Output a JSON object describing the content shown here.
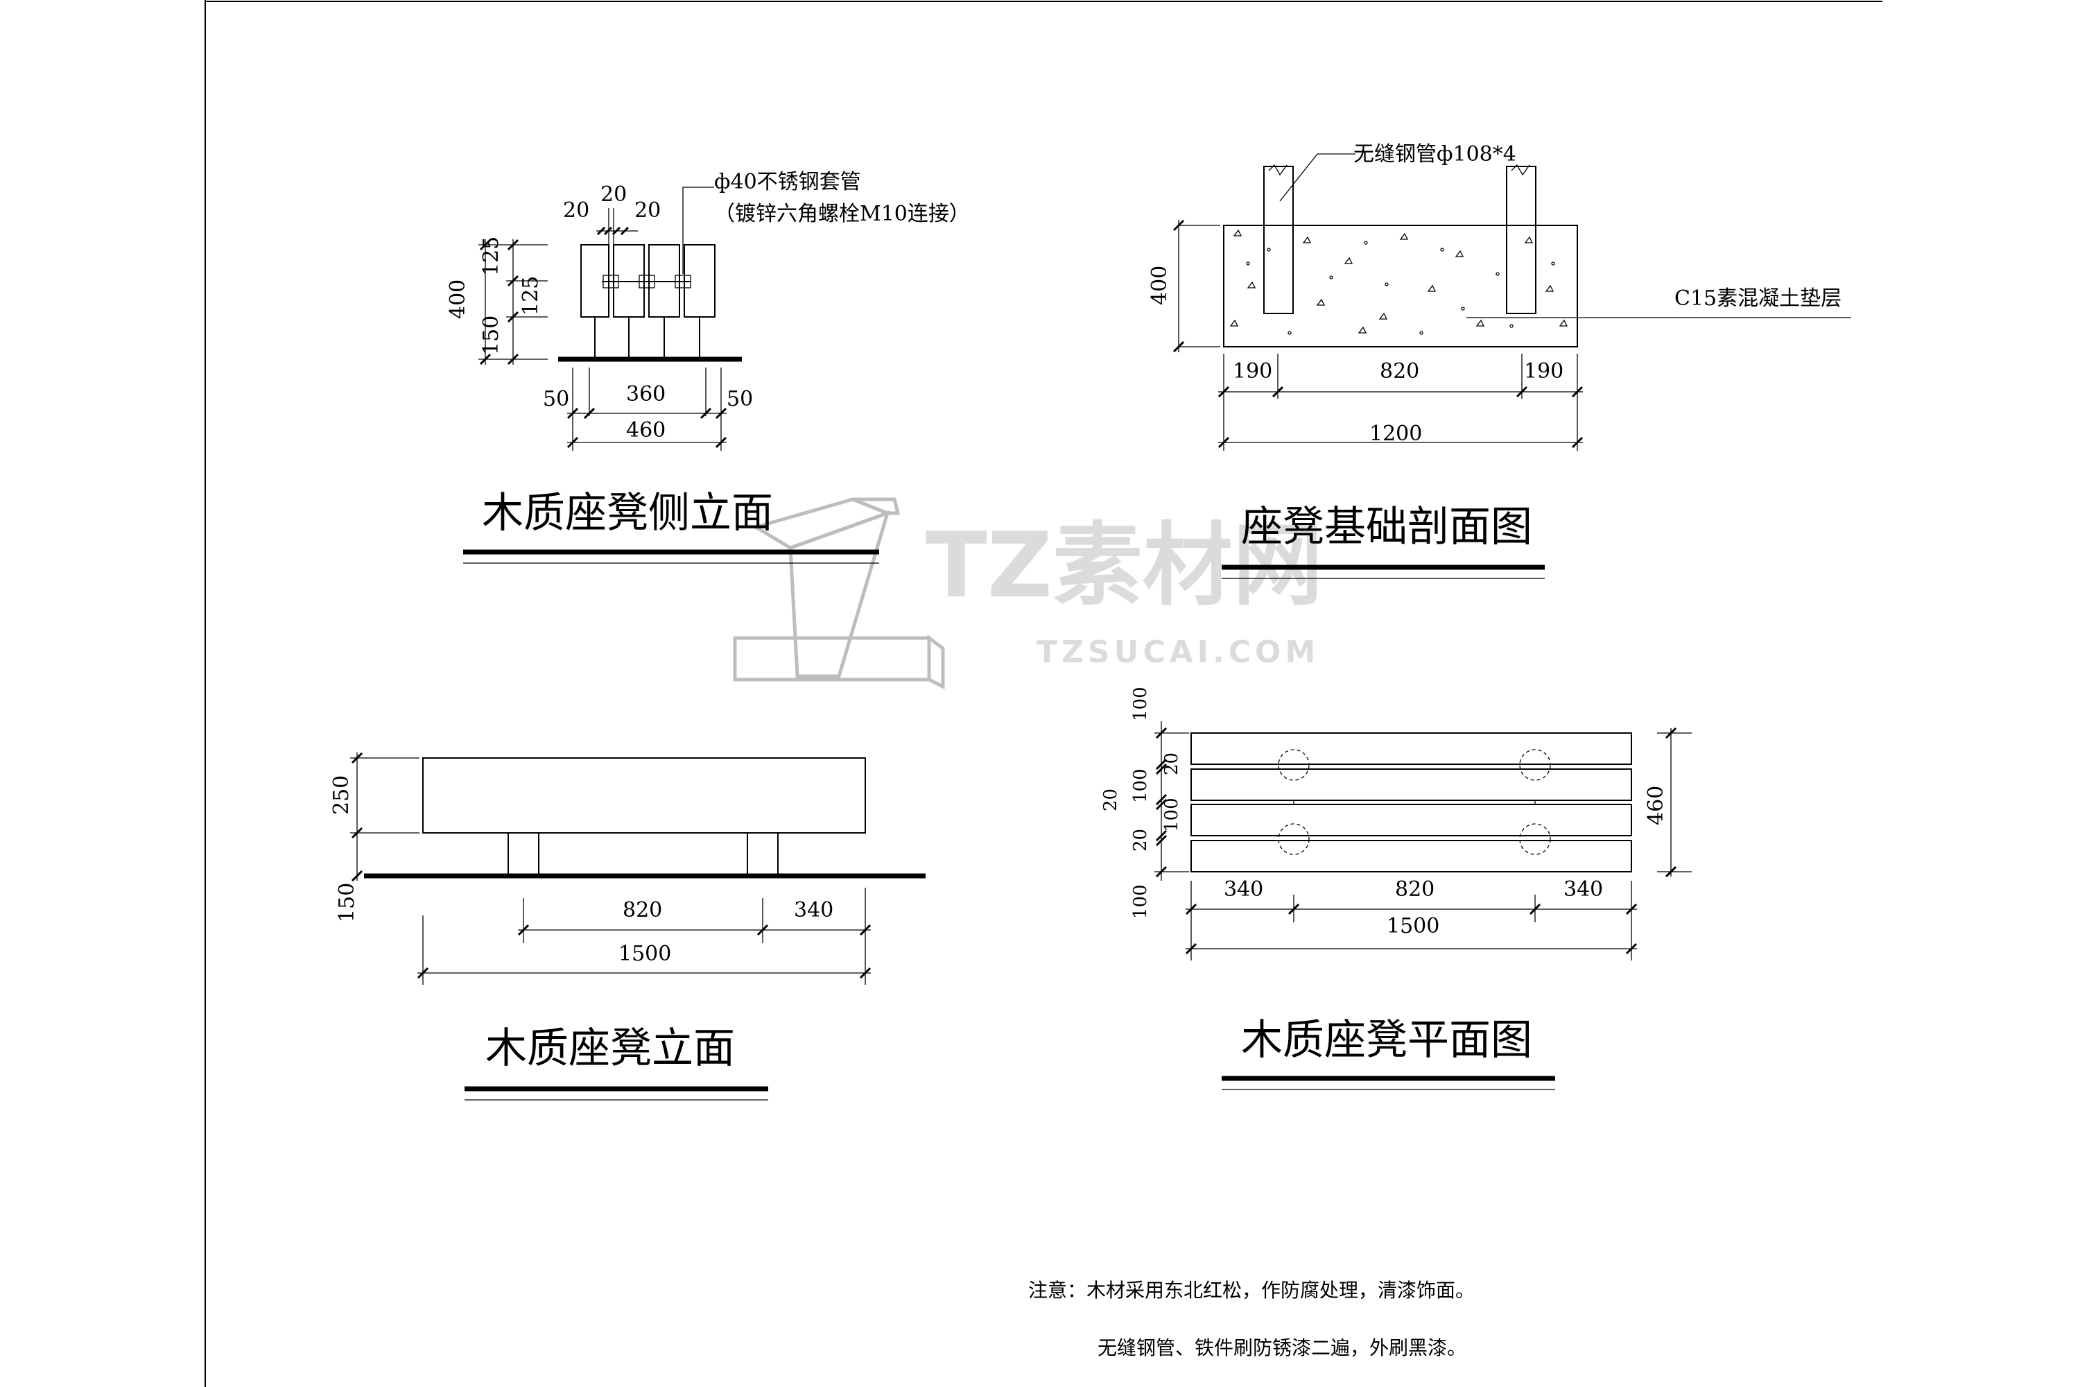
{
  "watermark": {
    "brand": "TZ素材网",
    "domain": "TZSUCAI.COM"
  },
  "side_elevation": {
    "title": "木质座凳侧立面",
    "callout_line1": "ф40不锈钢套管",
    "callout_line2": "（镀锌六角螺栓M10连接）",
    "dim_top_left": "20",
    "dim_top_mid": "20",
    "dim_top_right": "20",
    "dim_height_total": "400",
    "dim_125_a": "125",
    "dim_125_b": "125",
    "dim_150": "150",
    "dim_50_left": "50",
    "dim_360": "360",
    "dim_50_right": "50",
    "dim_460": "460"
  },
  "foundation_section": {
    "title": "座凳基础剖面图",
    "pipe_label": "无缝钢管ф108*4",
    "concrete_label": "C15素混凝土垫层",
    "dim_400": "400",
    "dim_190_left": "190",
    "dim_820": "820",
    "dim_190_right": "190",
    "dim_1200": "1200"
  },
  "front_elevation": {
    "title": "木质座凳立面",
    "dim_250": "250",
    "dim_150": "150",
    "dim_820": "820",
    "dim_340": "340",
    "dim_1500": "1500"
  },
  "plan_view": {
    "title": "木质座凳平面图",
    "dim_100_top": "100",
    "dim_20_a": "20",
    "dim_100_b": "100",
    "dim_20_b": "20",
    "dim_100_c": "100",
    "dim_20_c": "20",
    "dim_100_bottom": "100",
    "dim_460": "460",
    "dim_340_left": "340",
    "dim_820": "820",
    "dim_340_right": "340",
    "dim_1500": "1500"
  },
  "notes": {
    "line1": "注意：木材采用东北红松，作防腐处理，清漆饰面。",
    "line2": "无缝钢管、铁件刷防锈漆二遍，外刷黑漆。"
  }
}
